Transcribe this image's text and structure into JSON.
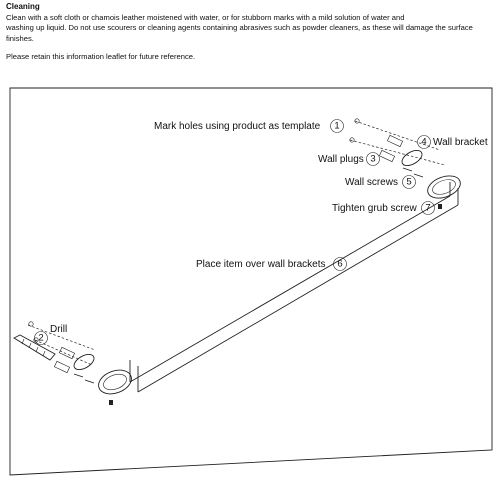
{
  "cleaning": {
    "heading": "Cleaning",
    "line1": "Clean with a soft cloth or chamois leather moistened with water, or for stubborn marks with a mild solution of water and",
    "line2": "washing up liquid. Do not use scourers or cleaning agents containing abrasives such as powder cleaners, as these will damage the surface finishes.",
    "retain": "Please retain this information leaflet for future reference."
  },
  "steps": [
    {
      "number": "1",
      "label": "Mark holes using product as template"
    },
    {
      "number": "2",
      "label": "Drill"
    },
    {
      "number": "3",
      "label": "Wall plugs"
    },
    {
      "number": "4",
      "label": "Wall bracket"
    },
    {
      "number": "5",
      "label": "Wall screws"
    },
    {
      "number": "6",
      "label": "Place item over wall brackets"
    },
    {
      "number": "7",
      "label": "Tighten grub screw"
    }
  ]
}
